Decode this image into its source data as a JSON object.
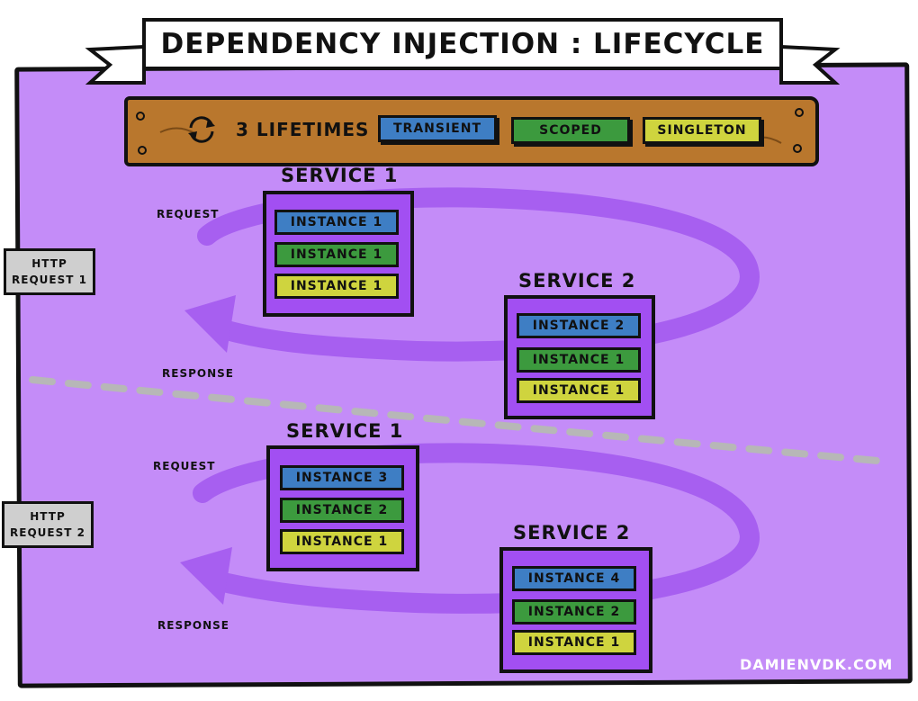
{
  "title": "DEPENDENCY INJECTION : LIFECYCLE",
  "legend": {
    "label": "3 LIFETIMES",
    "icon": "refresh-cycle-icon",
    "items": [
      {
        "label": "TRANSIENT",
        "color": "#3e7ec4"
      },
      {
        "label": "SCOPED",
        "color": "#3c9a3e"
      },
      {
        "label": "SINGLETON",
        "color": "#cfd43e"
      }
    ]
  },
  "requests": [
    {
      "http_line1": "HTTP",
      "http_line2": "REQUEST 1",
      "request_label": "REQUEST",
      "response_label": "RESPONSE",
      "service1": {
        "title": "SERVICE 1",
        "instances": [
          "INSTANCE 1",
          "INSTANCE 1",
          "INSTANCE 1"
        ]
      },
      "service2": {
        "title": "SERVICE 2",
        "instances": [
          "INSTANCE 2",
          "INSTANCE 1",
          "INSTANCE 1"
        ]
      }
    },
    {
      "http_line1": "HTTP",
      "http_line2": "REQUEST 2",
      "request_label": "REQUEST",
      "response_label": "RESPONSE",
      "service1": {
        "title": "SERVICE 1",
        "instances": [
          "INSTANCE 3",
          "INSTANCE 2",
          "INSTANCE 1"
        ]
      },
      "service2": {
        "title": "SERVICE 2",
        "instances": [
          "INSTANCE 4",
          "INSTANCE 2",
          "INSTANCE 1"
        ]
      }
    }
  ],
  "watermark": "DAMIENVDK.COM",
  "colors": {
    "background": "#c48cf8",
    "arrow": "#a75ff0",
    "divider": "#b7b7b7",
    "plank": "#b9772d"
  }
}
